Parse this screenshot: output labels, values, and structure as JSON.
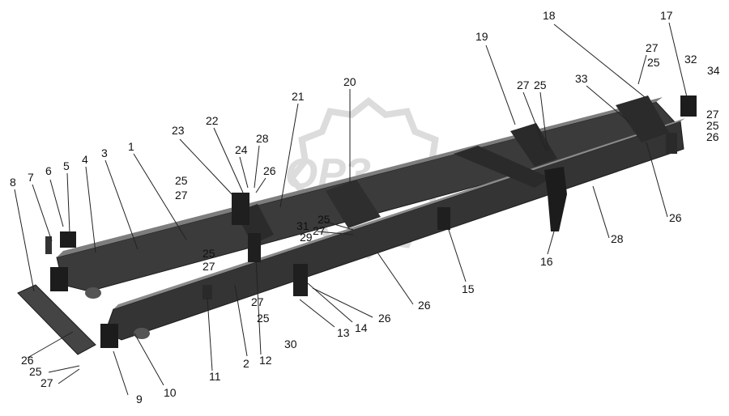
{
  "colors": {
    "frame": "#3b3b3b",
    "frame_dark": "#1c1c1c",
    "highlight": "#8a8a8a",
    "leader": "#222222",
    "label": "#111111",
    "watermark": "#dcdcdc"
  },
  "watermark": {
    "text": "ОРЗ"
  },
  "callouts": [
    {
      "id": "c1",
      "text": "1"
    },
    {
      "id": "c2",
      "text": "2"
    },
    {
      "id": "c3",
      "text": "3"
    },
    {
      "id": "c4",
      "text": "4"
    },
    {
      "id": "c5",
      "text": "5"
    },
    {
      "id": "c6",
      "text": "6"
    },
    {
      "id": "c7",
      "text": "7"
    },
    {
      "id": "c8",
      "text": "8"
    },
    {
      "id": "c9",
      "text": "9"
    },
    {
      "id": "c10",
      "text": "10"
    },
    {
      "id": "c11",
      "text": "11"
    },
    {
      "id": "c12",
      "text": "12"
    },
    {
      "id": "c13",
      "text": "13"
    },
    {
      "id": "c14",
      "text": "14"
    },
    {
      "id": "c15",
      "text": "15"
    },
    {
      "id": "c16",
      "text": "16"
    },
    {
      "id": "c17",
      "text": "17"
    },
    {
      "id": "c18",
      "text": "18"
    },
    {
      "id": "c19",
      "text": "19"
    },
    {
      "id": "c20",
      "text": "20"
    },
    {
      "id": "c21",
      "text": "21"
    },
    {
      "id": "c22",
      "text": "22"
    },
    {
      "id": "c23",
      "text": "23"
    },
    {
      "id": "c24",
      "text": "24"
    },
    {
      "id": "c25a",
      "text": "25"
    },
    {
      "id": "c27a",
      "text": "27"
    },
    {
      "id": "c28a",
      "text": "28"
    },
    {
      "id": "c26a",
      "text": "26"
    },
    {
      "id": "c31",
      "text": "31"
    },
    {
      "id": "c25b",
      "text": "25"
    },
    {
      "id": "c29",
      "text": "29"
    },
    {
      "id": "c27b",
      "text": "27"
    },
    {
      "id": "c25c",
      "text": "25"
    },
    {
      "id": "c27c",
      "text": "27"
    },
    {
      "id": "c27d",
      "text": "27"
    },
    {
      "id": "c25d",
      "text": "25"
    },
    {
      "id": "c30",
      "text": "30"
    },
    {
      "id": "c26b",
      "text": "26"
    },
    {
      "id": "c26c",
      "text": "26"
    },
    {
      "id": "c28b",
      "text": "28"
    },
    {
      "id": "c26d",
      "text": "26"
    },
    {
      "id": "c27e",
      "text": "27"
    },
    {
      "id": "c25e",
      "text": "25"
    },
    {
      "id": "c33",
      "text": "33"
    },
    {
      "id": "c27f",
      "text": "27"
    },
    {
      "id": "c25f",
      "text": "25"
    },
    {
      "id": "c32",
      "text": "32"
    },
    {
      "id": "c34",
      "text": "34"
    },
    {
      "id": "c27g",
      "text": "27"
    },
    {
      "id": "c25g",
      "text": "25"
    },
    {
      "id": "c26e",
      "text": "26"
    },
    {
      "id": "c26f",
      "text": "26"
    },
    {
      "id": "c25h",
      "text": "25"
    },
    {
      "id": "c27h",
      "text": "27"
    }
  ]
}
